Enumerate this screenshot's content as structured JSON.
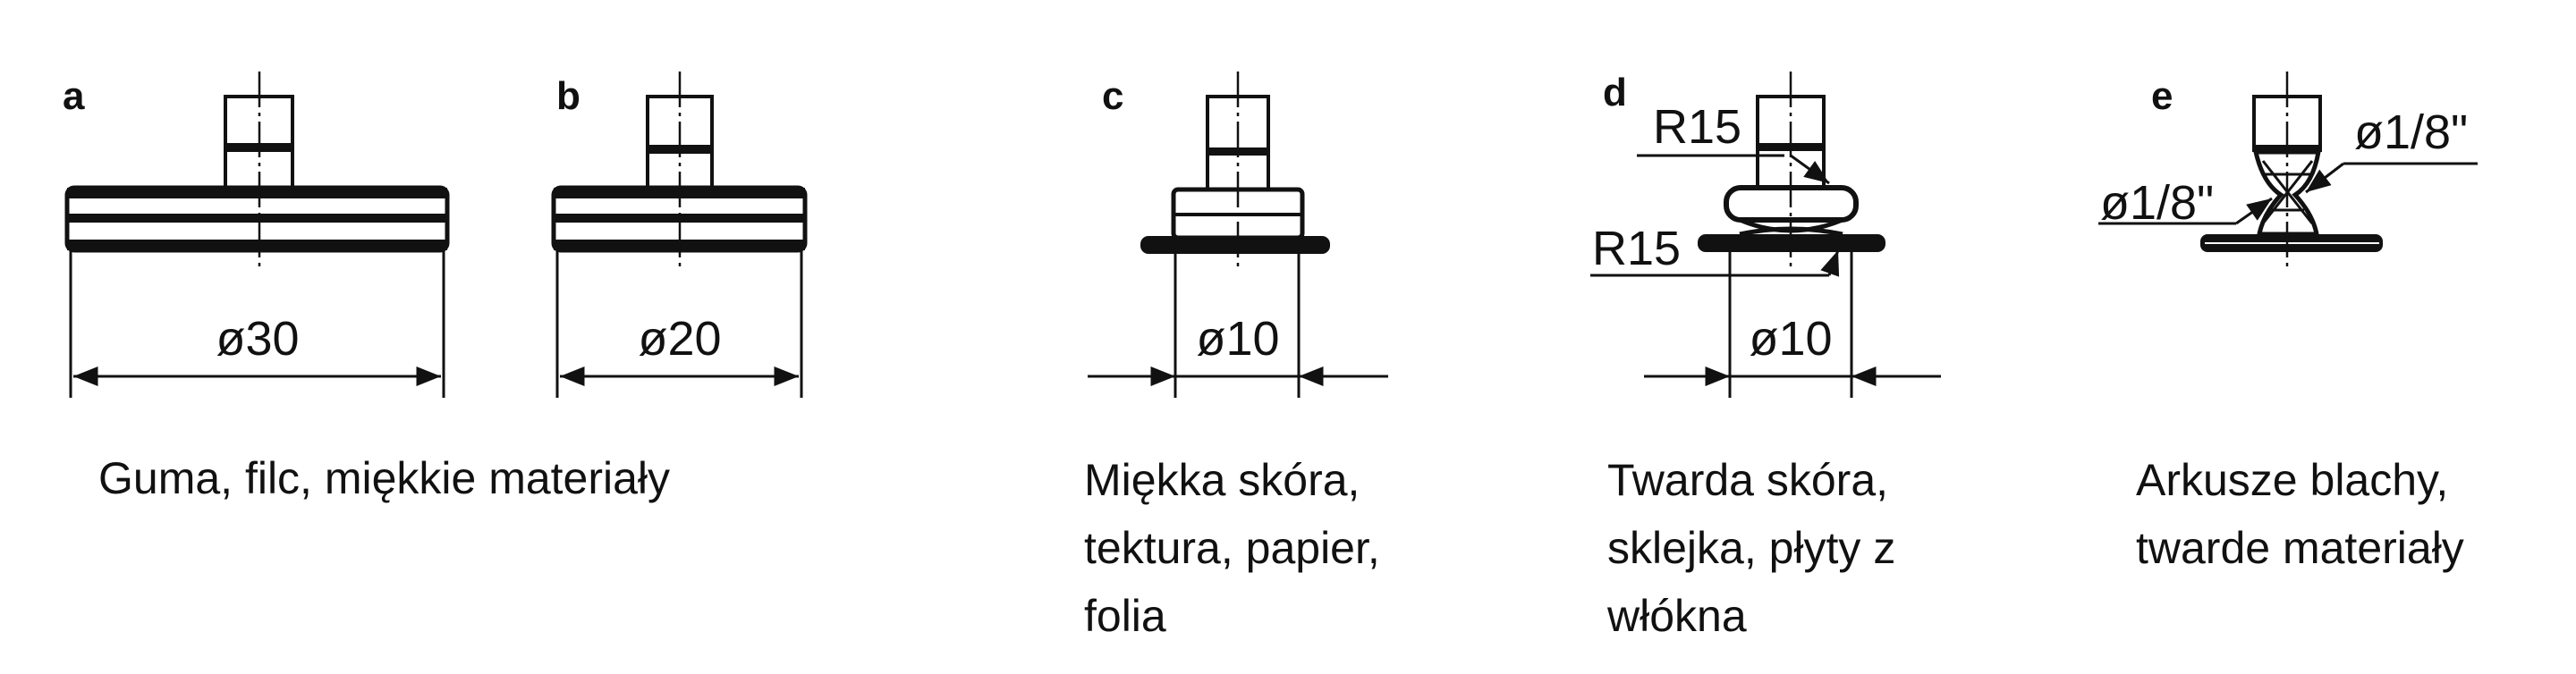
{
  "figures": [
    {
      "id": "a",
      "label": "a",
      "dimension": "ø30"
    },
    {
      "id": "b",
      "label": "b",
      "dimension": "ø20"
    },
    {
      "id": "c",
      "label": "c",
      "dimension": "ø10"
    },
    {
      "id": "d",
      "label": "d",
      "dimension": "ø10",
      "radius_top": "R15",
      "radius_bottom": "R15"
    },
    {
      "id": "e",
      "label": "e",
      "ball_top": "ø1/8\"",
      "ball_bottom": "ø1/8\""
    }
  ],
  "captions": {
    "ab": [
      "Guma, filc, miękkie materiały"
    ],
    "c": [
      "Miękka skóra,",
      "tektura, papier,",
      "folia"
    ],
    "d": [
      "Twarda skóra,",
      "sklejka, płyty z",
      "włókna"
    ],
    "e": [
      "Arkusze blachy,",
      "twarde materiały"
    ]
  }
}
